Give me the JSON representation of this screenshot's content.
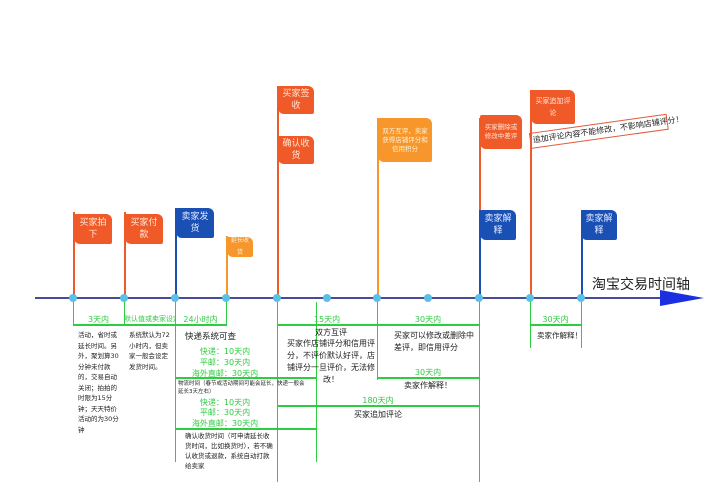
{
  "title": "淘宝交易时间轴",
  "flags": {
    "buyer_order": "买家拍下",
    "buyer_pay": "买家付款",
    "seller_ship": "卖家发货",
    "extend": "延长收货",
    "buyer_sign": "买家签收",
    "confirm": "确认收货",
    "mutual": "双方互评，卖家获得店铺评分和信用积分",
    "modify": "买家删除或修改中差评",
    "seller_explain1": "卖家解释",
    "add_review": "买家追加评论",
    "seller_explain2": "卖家解释"
  },
  "note": "追加评论内容不能修改，不影响店铺评分！",
  "spans": {
    "s1": "3天内",
    "s2": "默认值或卖家设定",
    "s3": "24小时内",
    "s4": "15天内",
    "s5": "30天内",
    "s6": "30天内",
    "s7": "180天内",
    "s8": "30天内"
  },
  "texts": {
    "t1": "活动，省时或延长时间。另外，聚划算30分钟未付款的，交易自动关闭；拍拍的时限为15分钟；天天特价活动的为30分钟",
    "t2": "系统默认为72小时内，但卖家一般会设定发货时间。",
    "t3": "快递系统可查",
    "express1": "快递：10天内",
    "post1": "平邮：30天内",
    "overseas1": "海外直邮：30天内",
    "t4": "物流时间（春节或活动期间可能会延长，快递一般会延长3天左右）",
    "express2": "快递：10天内",
    "post2": "平邮：30天内",
    "overseas2": "海外直邮：30天内",
    "t5": "确认收货时间（可申请延长收货时间，比如换货时），若不确认收货或退款，系统自动打款给卖家",
    "t6a": "双方互评",
    "t6": "买家作店铺评分和信用评分，不评价默认好评，店铺评分一旦评价，无法修改！",
    "t7": "买家可以修改或删除中差评，即信用评分",
    "t8": "卖家作解释！",
    "t9": "买家追加评论",
    "t10": "卖家作解释！"
  }
}
